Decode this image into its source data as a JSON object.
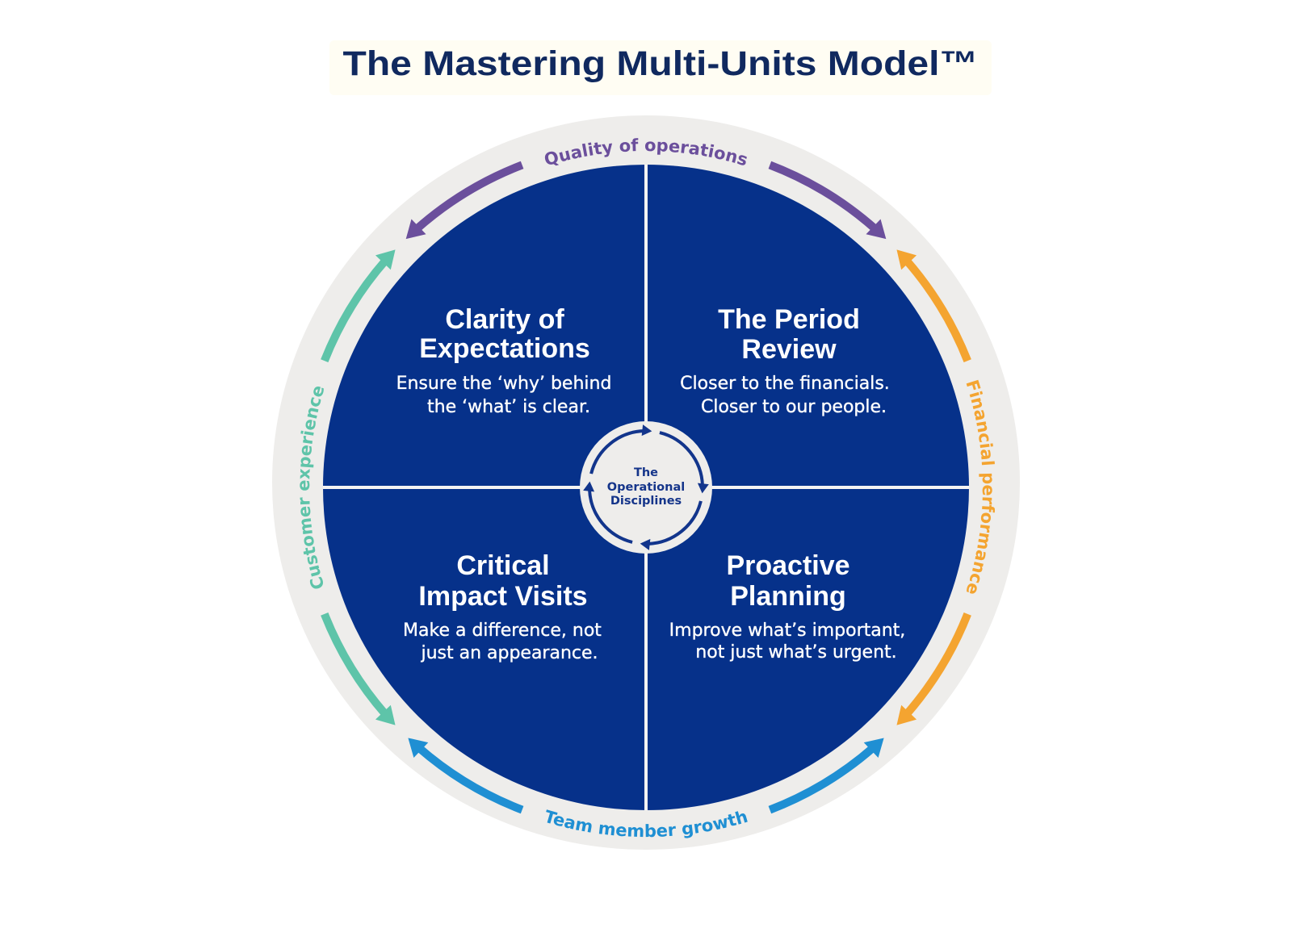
{
  "title": "The Mastering Multi-Units Model™",
  "colors": {
    "title": "#10295f",
    "title_background": "#fffdf3",
    "outer_ring": "#eeedeb",
    "quadrant_fill": "#06318a",
    "divider": "#f3f3f3",
    "center_disc": "#eeedeb",
    "center_text": "#15358a",
    "center_arrows": "#12358c"
  },
  "ring_labels": {
    "top": {
      "text": "Quality of operations",
      "color": "#6b4f9c"
    },
    "right": {
      "text": "Financial performance",
      "color": "#f4a430"
    },
    "bottom": {
      "text": "Team member growth",
      "color": "#1f8fd3"
    },
    "left": {
      "text": "Customer experience",
      "color": "#5ec4a9"
    }
  },
  "quadrants": [
    {
      "position": "top-left",
      "heading": [
        "Clarity of",
        "Expectations"
      ],
      "tagline": [
        "Ensure the ‘why’ behind",
        "the ‘what’ is clear."
      ]
    },
    {
      "position": "top-right",
      "heading": [
        "The Period",
        "Review"
      ],
      "tagline": [
        "Closer to the financials.",
        "Closer to our people."
      ]
    },
    {
      "position": "bottom-left",
      "heading": [
        "Critical",
        "Impact Visits"
      ],
      "tagline": [
        "Make a difference, not",
        "just an appearance."
      ]
    },
    {
      "position": "bottom-right",
      "heading": [
        "Proactive",
        "Planning"
      ],
      "tagline": [
        "Improve what’s important,",
        "not just what’s urgent."
      ]
    }
  ],
  "center": {
    "lines": [
      "The",
      "Operational",
      "Disciplines"
    ]
  }
}
